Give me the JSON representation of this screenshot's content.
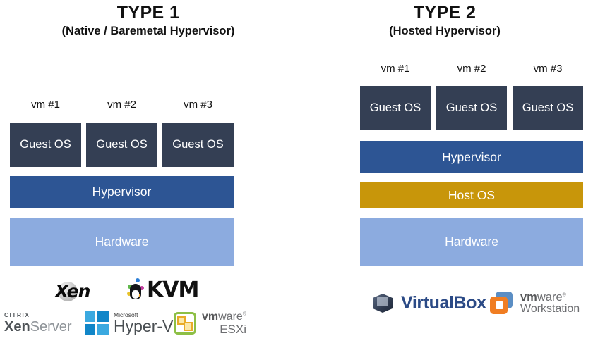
{
  "diagram": {
    "columns": [
      {
        "id": "type1",
        "title": "TYPE 1",
        "subtitle": "(Native / Baremetal Hypervisor)",
        "vm_labels": [
          "vm #1",
          "vm #2",
          "vm #3"
        ],
        "guest_boxes": [
          "Guest OS",
          "Guest OS",
          "Guest OS"
        ],
        "layers": [
          {
            "label": "Hypervisor",
            "color": "#2d5594"
          },
          {
            "label": "Hardware",
            "color": "#8cabdf"
          }
        ],
        "products": [
          {
            "name": "Xen",
            "word": "Xen"
          },
          {
            "name": "KVM",
            "word": "KVM"
          },
          {
            "name": "Citrix XenServer",
            "brand": "CITRIX",
            "word_bold": "Xen",
            "word_light": "Server"
          },
          {
            "name": "Microsoft Hyper-V",
            "brand": "Microsoft",
            "word": "Hyper-V"
          },
          {
            "name": "VMware ESXi",
            "word_bold": "vm",
            "word_light": "ware",
            "trademark": "®",
            "word_sub": "ESXi"
          }
        ]
      },
      {
        "id": "type2",
        "title": "TYPE 2",
        "subtitle": "(Hosted Hypervisor)",
        "vm_labels": [
          "vm #1",
          "vm #2",
          "vm #3"
        ],
        "guest_boxes": [
          "Guest OS",
          "Guest OS",
          "Guest OS"
        ],
        "layers": [
          {
            "label": "Hypervisor",
            "color": "#2d5594"
          },
          {
            "label": "Host OS",
            "color": "#c8960a"
          },
          {
            "label": "Hardware",
            "color": "#8cabdf"
          }
        ],
        "products": [
          {
            "name": "VirtualBox",
            "word": "VirtualBox"
          },
          {
            "name": "VMware Workstation",
            "word_bold": "vm",
            "word_light": "ware",
            "trademark": "®",
            "word_sub": "Workstation"
          }
        ]
      }
    ],
    "colors": {
      "guest_os": "#343f54",
      "hypervisor": "#2d5594",
      "host_os": "#c8960a",
      "hardware": "#8cabdf",
      "background": "#ffffff",
      "text": "#111111"
    }
  }
}
